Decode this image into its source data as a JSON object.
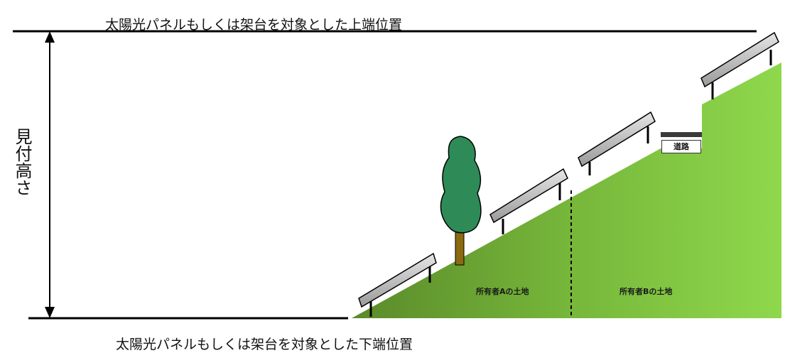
{
  "captions": {
    "top": "太陽光パネルもしくは架台を対象とした上端位置",
    "bottom": "太陽光パネルもしくは架台を対象とした下端位置",
    "side": "見付高さ"
  },
  "labels": {
    "land_a": "所有者Aの土地",
    "land_b": "所有者Bの土地",
    "road": "道路"
  },
  "colors": {
    "ground_dark": "#5a8a2a",
    "ground_light": "#8ed64a",
    "tree_foliage": "#2e8b57",
    "tree_trunk": "#8b6a10",
    "panel": "#c8c8c8",
    "line": "#000000"
  }
}
